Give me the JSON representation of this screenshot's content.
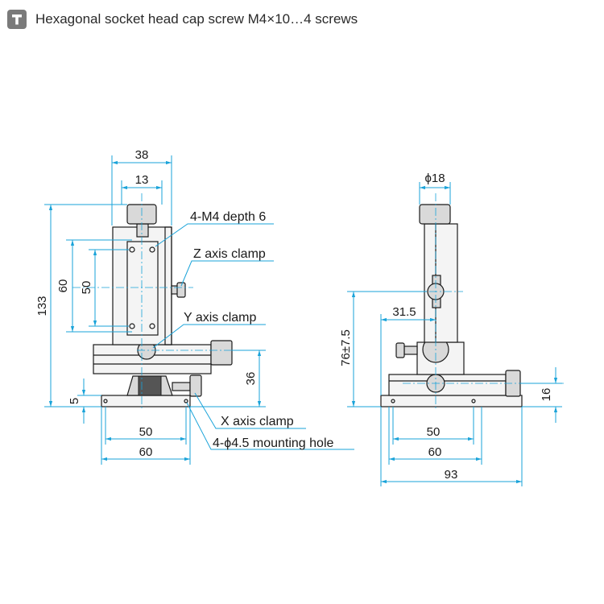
{
  "note": {
    "icon": "screw-icon",
    "text": "Hexagonal socket head cap screw M4×10…4 screws"
  },
  "labels": {
    "tapped_holes": "4-M4 depth 6",
    "z_clamp": "Z axis clamp",
    "y_clamp": "Y axis clamp",
    "x_clamp": "X axis clamp",
    "mounting_hole": "4-ϕ4.5 mounting hole"
  },
  "dims": {
    "top_width": "38",
    "top_inner": "13",
    "total_height": "133",
    "hole_pitch_outer": "60",
    "hole_pitch_inner": "50",
    "base_thickness": "5",
    "x_stage_height": "36",
    "base_pitch_inner": "50",
    "base_pitch_outer": "60",
    "knob_dia": "ϕ18",
    "offset": "31.5",
    "stage_height": "76±7.5",
    "side_height": "16",
    "side_pitch_inner": "50",
    "side_pitch_outer": "60",
    "side_total": "93"
  },
  "colors": {
    "dimension": "#1aa3d9",
    "outline": "#1a1a1a"
  }
}
